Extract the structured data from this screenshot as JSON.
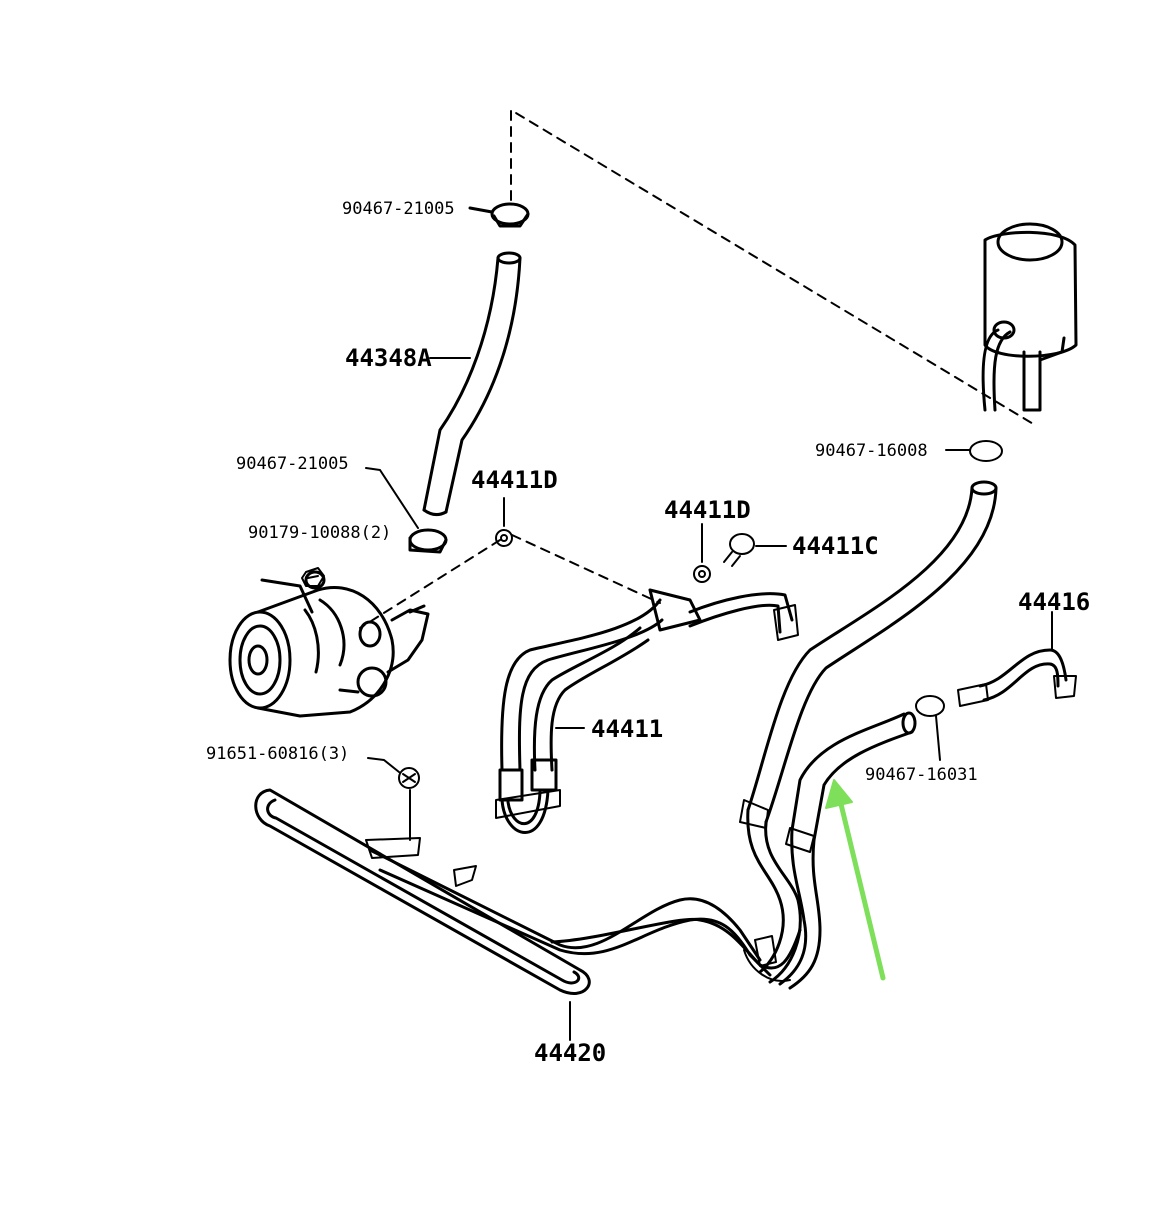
{
  "diagram": {
    "callouts": [
      {
        "id": "clamp-upper",
        "text": "90467-21005"
      },
      {
        "id": "hose-upper",
        "text": "44348A"
      },
      {
        "id": "clamp-pump",
        "text": "90467-21005"
      },
      {
        "id": "bolt-pump",
        "text": "90179-10088(2)"
      },
      {
        "id": "gasket-left",
        "text": "44411D"
      },
      {
        "id": "gasket-right",
        "text": "44411D"
      },
      {
        "id": "union-bolt",
        "text": "44411C"
      },
      {
        "id": "pressure-hose",
        "text": "44411"
      },
      {
        "id": "clamp-reservoir",
        "text": "90467-16008"
      },
      {
        "id": "pipe-44416",
        "text": "44416"
      },
      {
        "id": "nut",
        "text": "91651-60816(3)"
      },
      {
        "id": "clamp-return",
        "text": "90467-16031"
      },
      {
        "id": "cooler-tube",
        "text": "44420"
      }
    ],
    "colors": {
      "line": "#000000",
      "highlight_arrow": "#7ee05a",
      "background": "#ffffff"
    }
  }
}
